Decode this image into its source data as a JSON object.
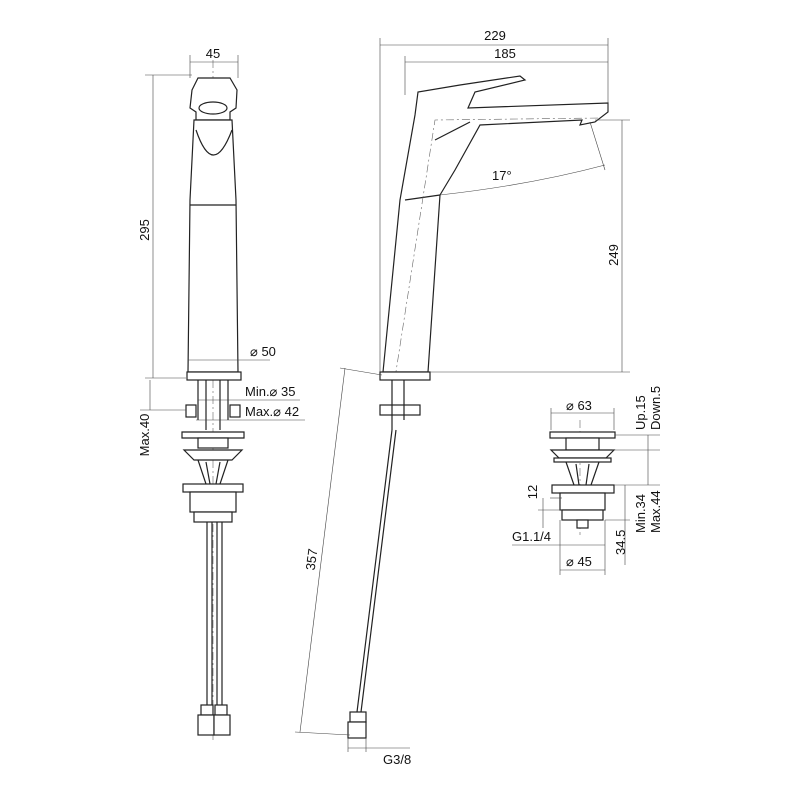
{
  "front_view": {
    "width_top": "45",
    "height_total": "295",
    "dia_base": "⌀ 50",
    "min_hole": "Min.⌀ 35",
    "max_hole": "Max.⌀ 42",
    "max_thickness": "Max.40"
  },
  "side_view": {
    "reach_total": "229",
    "reach_spout": "185",
    "angle": "17°",
    "spout_height": "249",
    "hose_length": "357",
    "hose_thread": "G3/8"
  },
  "waste_view": {
    "dia_cap": "⌀ 63",
    "travel_up": "Up.15",
    "travel_down": "Down.5",
    "thread_len": "12",
    "thread": "G1.1/4",
    "body_len": "34.5",
    "min_basin": "Min.34",
    "max_basin": "Max.44",
    "dia_body": "⌀ 45"
  }
}
